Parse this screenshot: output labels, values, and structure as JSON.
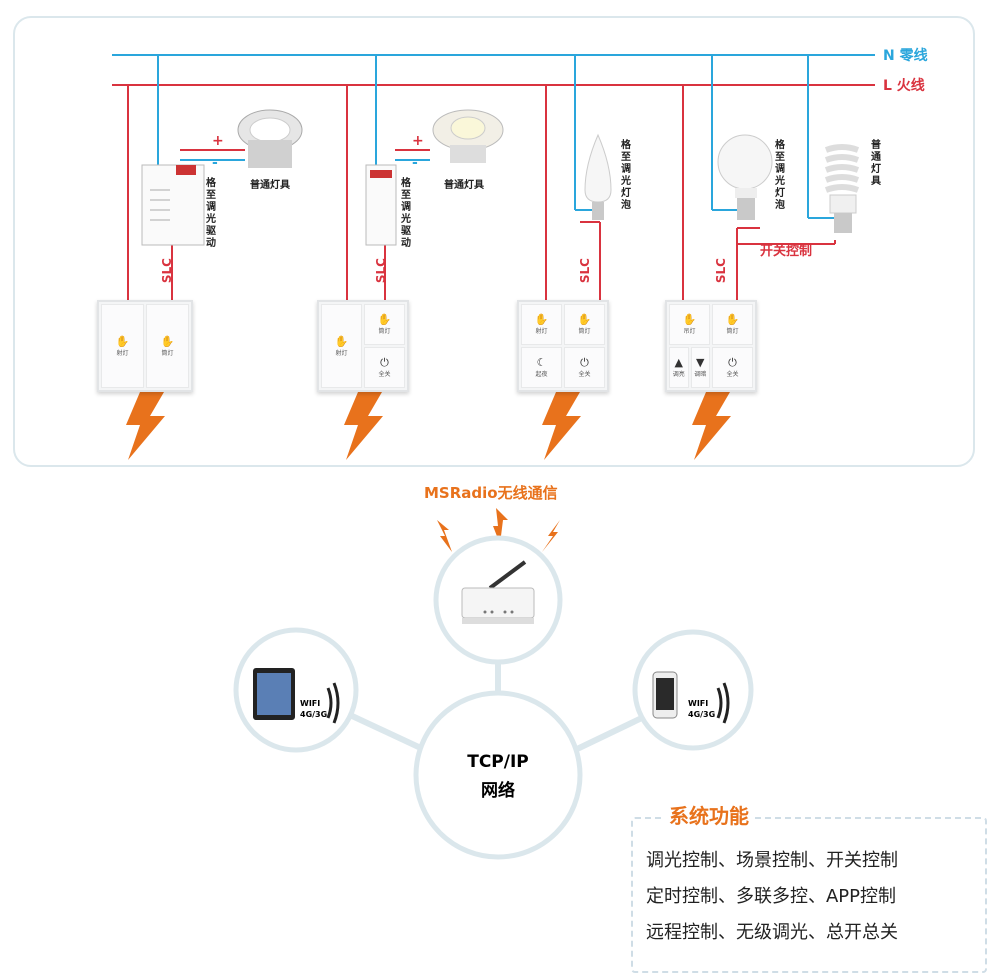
{
  "wires": {
    "neutral_label": "N 零线",
    "live_label": "L 火线",
    "neutral_color": "#2aa6dc",
    "live_color": "#d9333f"
  },
  "circuits": [
    {
      "driver_label": "格至调光驱动",
      "lamp_label": "普通灯具",
      "bus_label": "SLC",
      "plus": "+",
      "minus": "-"
    },
    {
      "driver_label": "格至调光驱动",
      "lamp_label": "普通灯具",
      "bus_label": "SLC",
      "plus": "+",
      "minus": "-"
    },
    {
      "lamp_label": "格至调光灯泡",
      "bus_label": "SLC"
    },
    {
      "lamp_label": "格至调光灯泡",
      "lamp2_label": "普通灯具",
      "bus_label": "SLC",
      "switch_ctrl_label": "开关控制"
    }
  ],
  "switches": [
    {
      "keys": [
        {
          "icon": "bulb-icon",
          "label": "射灯"
        },
        {
          "icon": "bulb-icon",
          "label": "筒灯"
        }
      ]
    },
    {
      "keys": [
        {
          "icon": "bulb-icon",
          "label": "射灯"
        },
        {
          "icon": "bulb-icon",
          "label": "筒灯"
        },
        {
          "icon": "power-icon",
          "label": "全关"
        }
      ]
    },
    {
      "keys": [
        {
          "icon": "bulb-icon",
          "label": "射灯"
        },
        {
          "icon": "bulb-icon",
          "label": "筒灯"
        },
        {
          "icon": "moon-icon",
          "label": "起夜"
        },
        {
          "icon": "power-icon",
          "label": "全关"
        }
      ]
    },
    {
      "keys": [
        {
          "icon": "bulb-icon",
          "label": "吊灯"
        },
        {
          "icon": "bulb-icon",
          "label": "筒灯"
        },
        {
          "icon": "up-icon",
          "label": "调亮"
        },
        {
          "icon": "down-icon",
          "label": "调暗"
        },
        {
          "icon": "power-icon",
          "label": "全关"
        }
      ]
    }
  ],
  "wireless_label": "MSRadio无线通信",
  "network": {
    "center_line1": "TCP/IP",
    "center_line2": "网络"
  },
  "devices": [
    {
      "icon": "tablet-icon",
      "wifi": "WIFI",
      "cell": "4G/3G"
    },
    {
      "icon": "phone-icon",
      "wifi": "WIFI",
      "cell": "4G/3G"
    }
  ],
  "features": {
    "title": "系统功能",
    "lines": [
      "调光控制、场景控制、开关控制",
      "定时控制、多联多控、APP控制",
      "远程控制、无级调光、总开总关"
    ]
  },
  "colors": {
    "accent_orange": "#e8721c",
    "circle_stroke": "#dbe7ec",
    "frame": "#dbe7ec"
  }
}
